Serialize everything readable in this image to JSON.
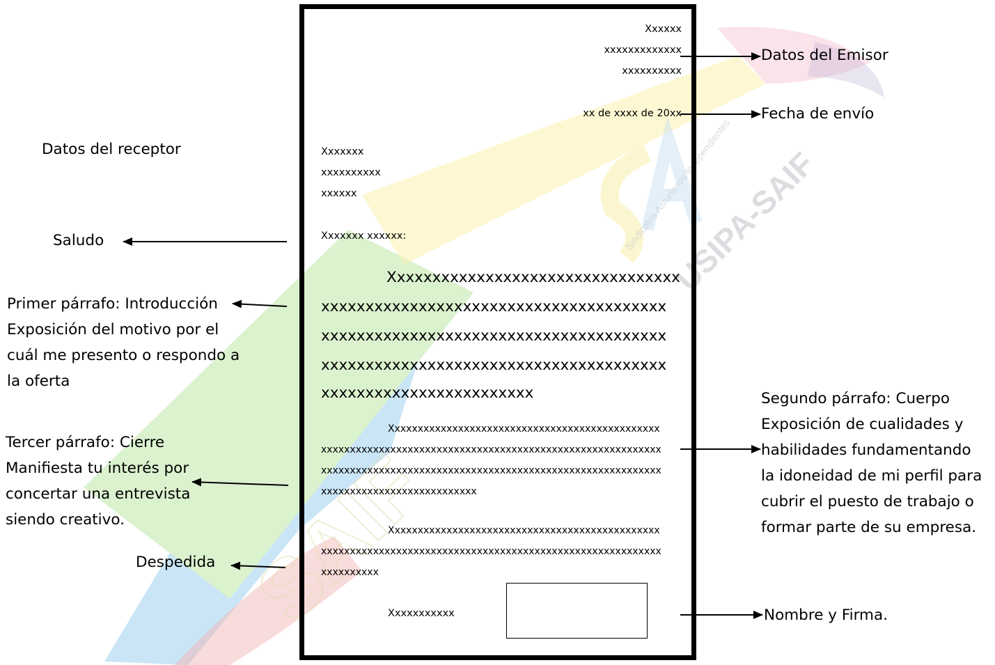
{
  "watermark": {
    "big_letters": "SAIF",
    "circle_text": "Sindicatos Asturianos Independientes",
    "logo_text": "USIPA-SAIF",
    "colors": {
      "yellow": "#f9e97a",
      "blue": "#9fd0ef",
      "green": "#bde7a8",
      "pink": "#f3b6c8",
      "red": "#e57b7b",
      "gray": "#a9a9b3",
      "purple": "#8a74b4"
    }
  },
  "letter": {
    "emisor_lines": [
      "Xxxxxx",
      "xxxxxxxxxxxxx",
      "xxxxxxxxxx"
    ],
    "fecha": "xx de xxxx de 20xx",
    "receptor_lines": [
      "Xxxxxxx",
      "xxxxxxxxxx",
      "xxxxxx"
    ],
    "saludo": "Xxxxxxx xxxxxx:",
    "p1_lines": [
      "Xxxxxxxxxxxxxxxxxxxxxxxxxxxxxxxxx",
      "xxxxxxxxxxxxxxxxxxxxxxxxxxxxxxxxxxxxxxx",
      "xxxxxxxxxxxxxxxxxxxxxxxxxxxxxxxxxxxxxxx",
      "xxxxxxxxxxxxxxxxxxxxxxxxxxxxxxxxxxxxxxx",
      "xxxxxxxxxxxxxxxxxxxxxxxx"
    ],
    "p2_lines": [
      "Xxxxxxxxxxxxxxxxxxxxxxxxxxxxxxxxxxxxxxxxxxxxxxx",
      "xxxxxxxxxxxxxxxxxxxxxxxxxxxxxxxxxxxxxxxxxxxxxxxxxxxxxxxxxxx",
      "xxxxxxxxxxxxxxxxxxxxxxxxxxxxxxxxxxxxxxxxxxxxxxxxxxxxxxxxxxx",
      "xxxxxxxxxxxxxxxxxxxxxxxxxxx"
    ],
    "p3_lines": [
      "Xxxxxxxxxxxxxxxxxxxxxxxxxxxxxxxxxxxxxxxxxxxxxxx",
      "xxxxxxxxxxxxxxxxxxxxxxxxxxxxxxxxxxxxxxxxxxxxxxxxxxxxxxxxxxx",
      "xxxxxxxxxx"
    ],
    "firma_nombre": "Xxxxxxxxxxx"
  },
  "labels": {
    "datos_emisor": "Datos del Emisor",
    "fecha_envio": "Fecha de envío",
    "datos_receptor": "Datos del receptor",
    "saludo": "Saludo",
    "primer_parrafo": [
      "Primer párrafo: Introducción",
      "Exposición del motivo por el",
      "cuál me presento o respondo a",
      "la oferta"
    ],
    "segundo_parrafo": [
      "Segundo párrafo: Cuerpo",
      "Exposición de cualidades y",
      "habilidades fundamentando",
      "la idoneidad de mi perfil para",
      "cubrir el puesto de trabajo o",
      "formar parte de su empresa."
    ],
    "tercer_parrafo": [
      "Tercer párrafo: Cierre",
      "Manifiesta tu interés por",
      "concertar una entrevista",
      "siendo creativo."
    ],
    "despedida": "Despedida",
    "nombre_firma": "Nombre y Firma."
  }
}
